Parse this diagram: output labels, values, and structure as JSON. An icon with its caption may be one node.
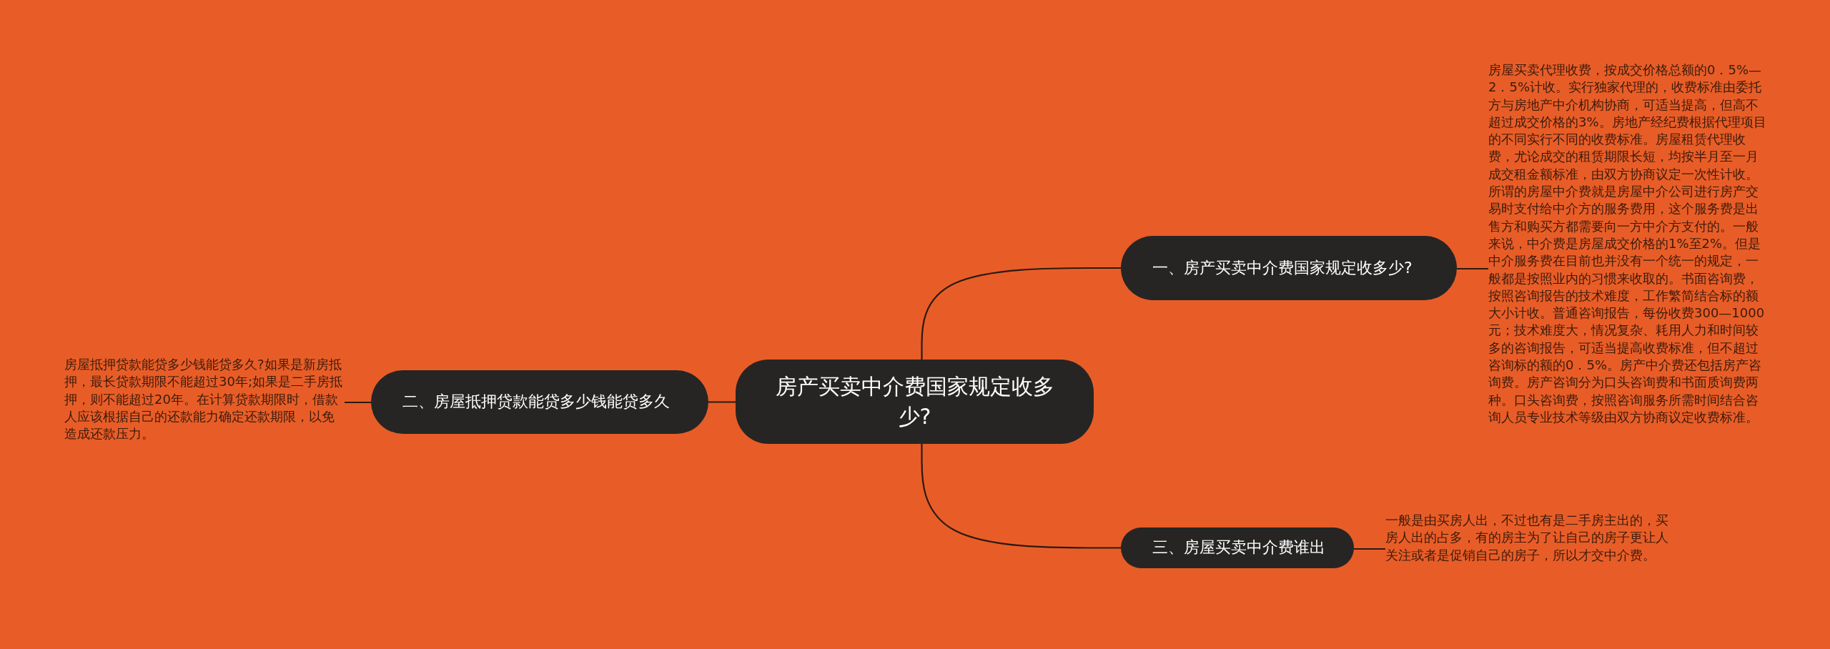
{
  "diagram": {
    "nodes": [
      {
        "text": [
          "房产买卖中介费国家规定收多少?"
        ]
      },
      {
        "text": [
          "一、房产买卖中介费国家规定收多少?"
        ]
      },
      {
        "text": [
          "房屋买卖代理收费，按成交价格总额的0．5%—2．5%计收。实行独家代理的，收费标准由委托方与房地产中介机构协商，可适当提高，但高不超过成交价格的3%。房地产经纪费根据代理项目的不同实行不同的收费标准。房屋租赁代理收费，尤论成交的租赁期限长短，均按半月至一月成交租金额标准，由双方协商议定一次性计收。所谓的房屋中介费就是房屋中介公司进行房产交易时支付给中介方的服务费用，这个服务费是出售方和购买方都需要向一方中介方支付的。一般来说，中介费是房屋成交价格的1%至2%。但是中介服务费在目前也并没有一个统一的规定，一般都是按照业内的习惯来收取的。书面咨询费，按照咨询报告的技术难度，工作繁简结合标的额大小计收。普通咨询报告，每份收费300—1000元；技术难度大，情况复杂、耗用人力和时间较多的咨询报告，可适当提高收费标准，但不超过咨询标的额的0．5%。房产中介费还包括房产咨询费。房产咨询分为口头咨询费和书面质询费两种。口头咨询费，按照咨询服务所需时间结合咨询人员专业技术等级由双方协商议定收费标准。"
        ]
      },
      {
        "text": [
          "二、房屋抵押贷款能贷多少钱能贷多久"
        ]
      },
      {
        "text": [
          "房屋抵押贷款能贷多少钱能贷多久?如果是新房抵押，最长贷款期限不能超过30年;如果是二手房抵押，则不能超过20年。在计算贷款期限时，借款人应该根据自己的还款能力确定还款期限，以免造成还款压力。"
        ]
      },
      {
        "text": [
          "三、房屋买卖中介费谁出"
        ]
      },
      {
        "text": [
          "一般是由买房人出，不过也有是二手房主出的，买房人出的占多，有的房主为了让自己的房子更让人关注或者是促销自己的房子，所以才交中介费。"
        ]
      }
    ],
    "edges": [
      {
        "from": 0,
        "to": 1,
        "arrow": "none"
      },
      {
        "from": 1,
        "to": 2,
        "arrow": "none"
      },
      {
        "from": 0,
        "to": 3,
        "arrow": "none"
      },
      {
        "from": 3,
        "to": 4,
        "arrow": "none"
      },
      {
        "from": 0,
        "to": 5,
        "arrow": "none"
      },
      {
        "from": 5,
        "to": 6,
        "arrow": "none"
      }
    ]
  }
}
